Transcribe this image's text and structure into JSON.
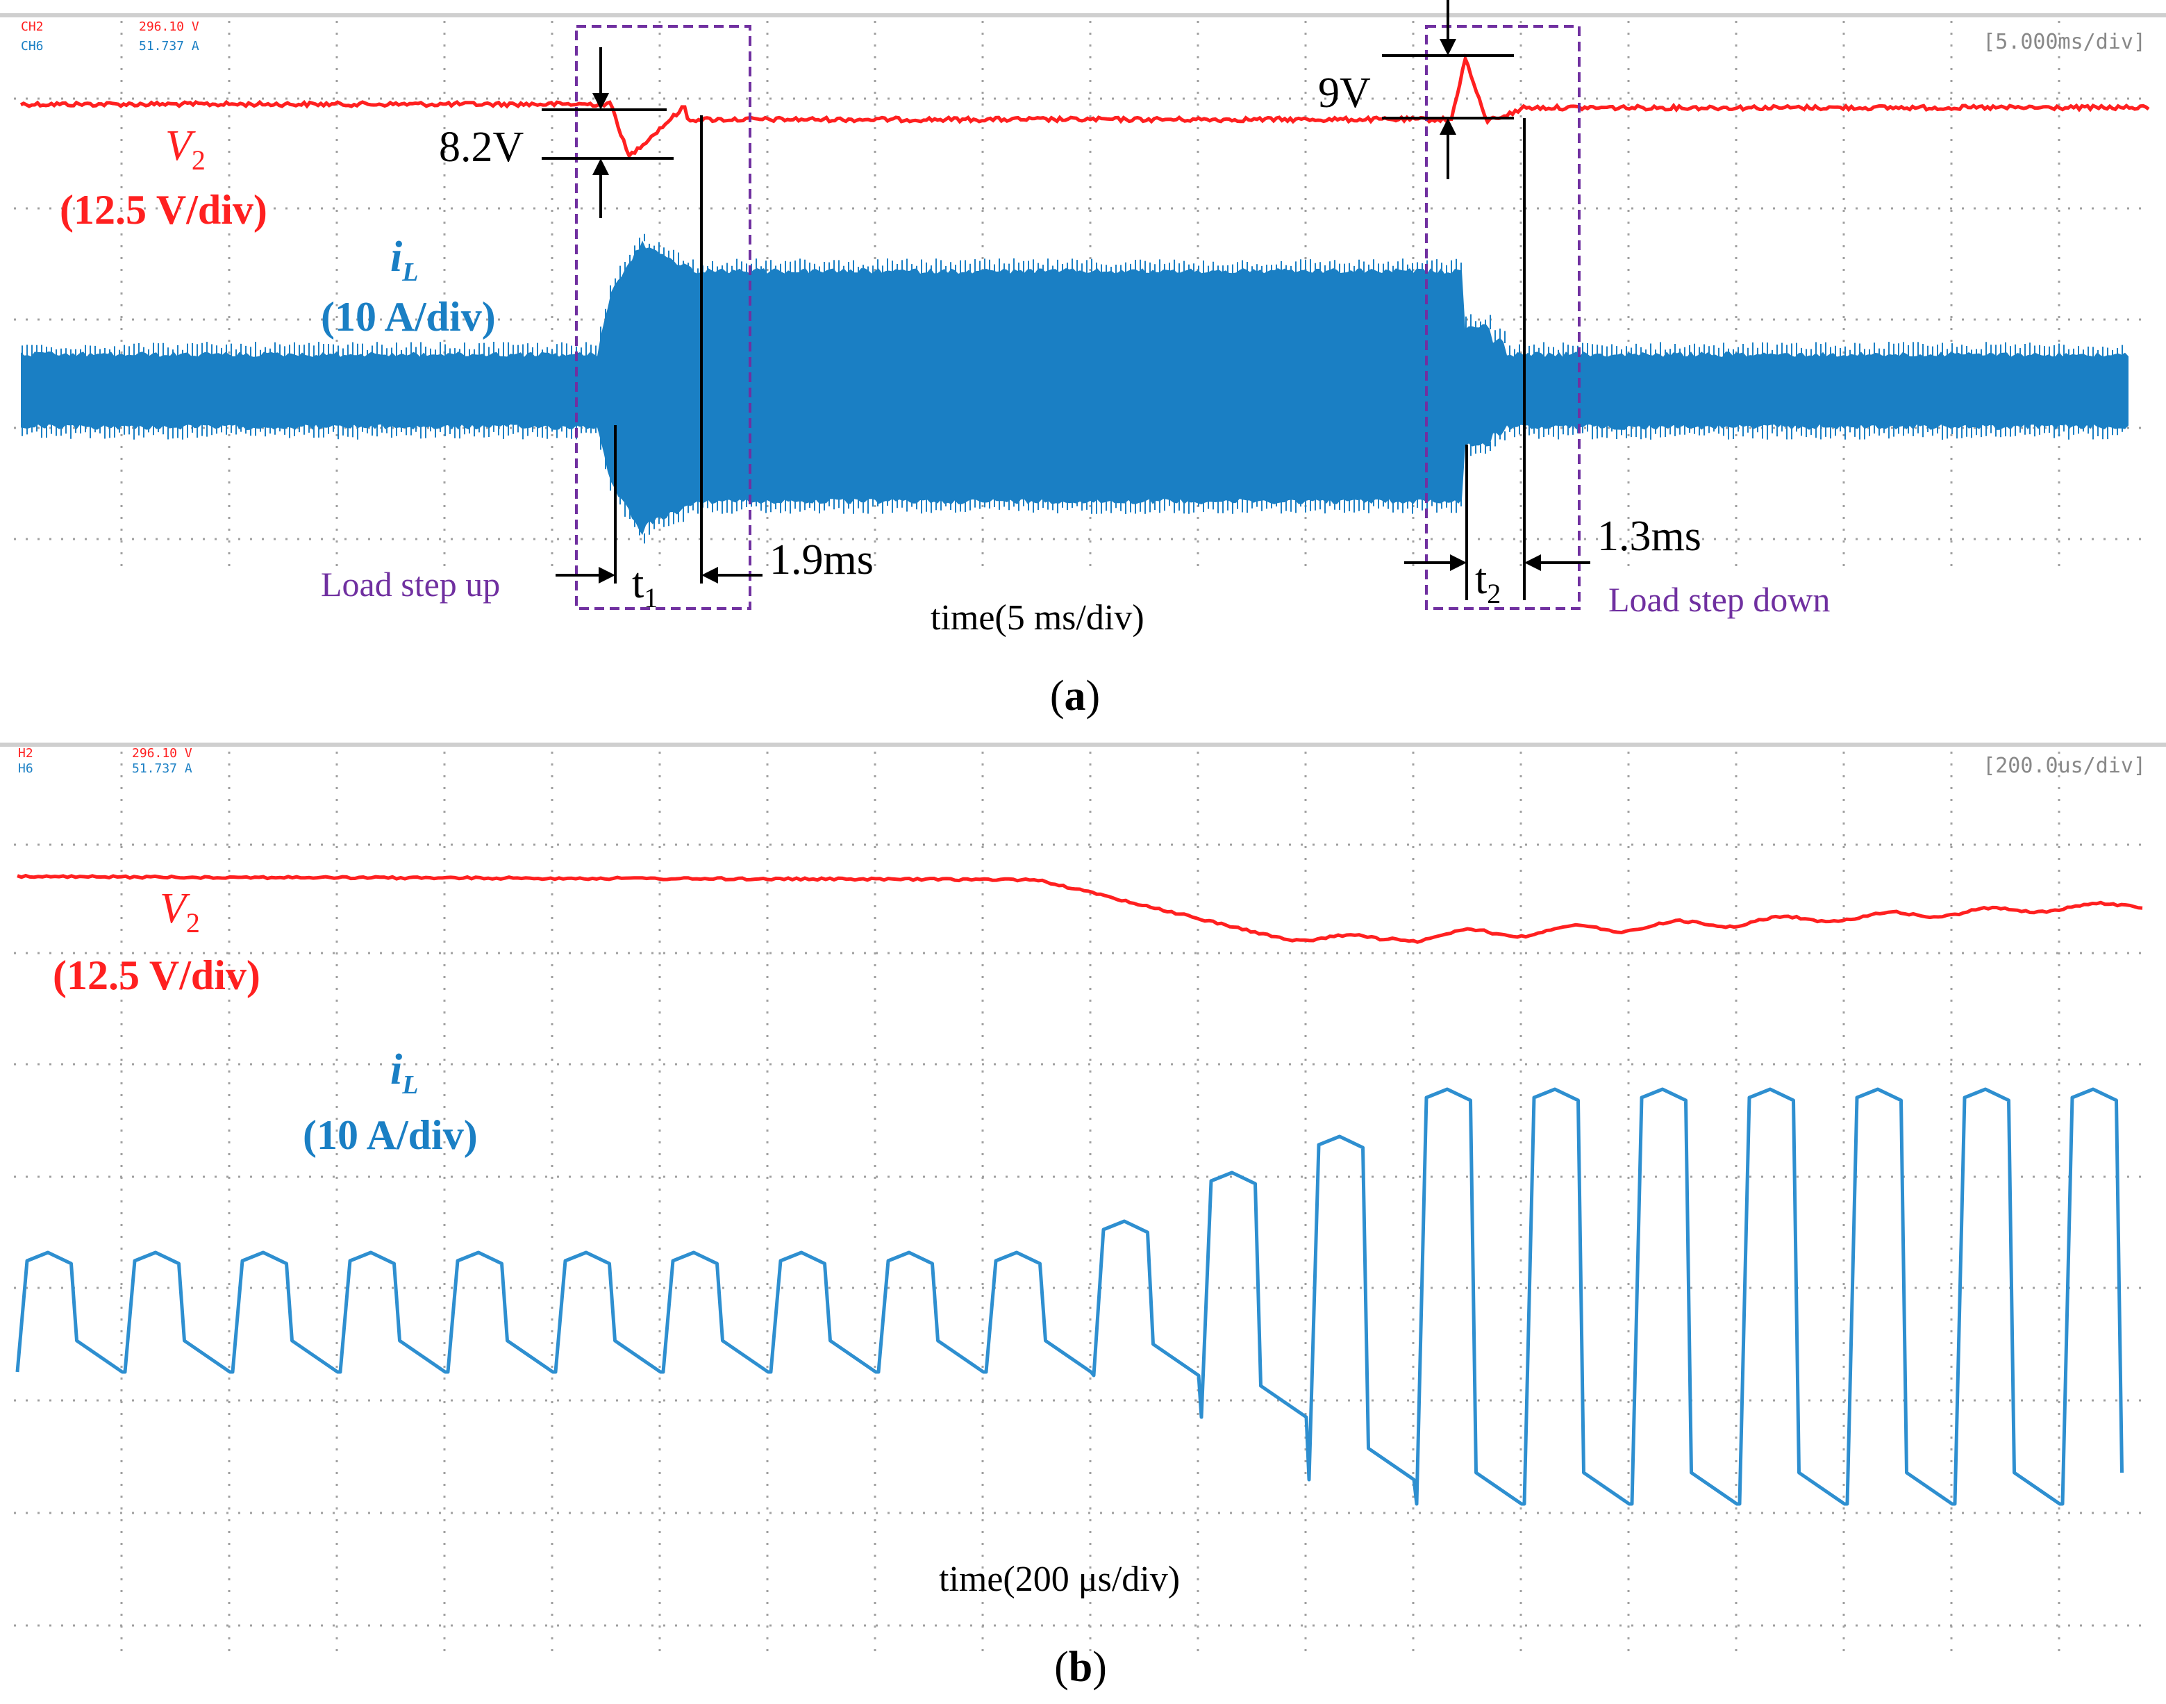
{
  "colors": {
    "voltage": "#ff2020",
    "current": "#1a7fc4",
    "current_b": "#2e8fd0",
    "annotation": "#7030a0",
    "grid": "#9a9a9a",
    "black": "#000000"
  },
  "panel_a": {
    "label_open": "(",
    "label_letter": "a",
    "label_close": ")",
    "scope_ch_v": "CH2",
    "scope_val_v": "296.10 V",
    "scope_ch_i": "CH6",
    "scope_val_i": "51.737 A",
    "timebase": "[5.000ms/div]",
    "v_label": "V",
    "v_sub": "2",
    "v_scale": "(12.5 V/div)",
    "i_label": "i",
    "i_sub": "L",
    "i_scale": "(10 A/div)",
    "dip_label": "8.2V",
    "overshoot_label": "9V",
    "t1_main": "t",
    "t1_sub": "1",
    "t2_main": "t",
    "t2_sub": "2",
    "t1_value": "1.9ms",
    "t2_value": "1.3ms",
    "load_up": "Load step up",
    "load_down": "Load step down",
    "time_axis": "time(5 ms/div)"
  },
  "panel_b": {
    "label_open": "(",
    "label_letter": "b",
    "label_close": ")",
    "scope_ch_v": "H2",
    "scope_val_v": "296.10 V",
    "scope_ch_i": "H6",
    "scope_val_i": "51.737 A",
    "timebase": "[200.0us/div]",
    "v_label": "V",
    "v_sub": "2",
    "v_scale": "(12.5 V/div)",
    "i_label": "i",
    "i_sub": "L",
    "i_scale": "(10 A/div)",
    "time_axis": "time(200 μs/div)"
  },
  "chart_data": [
    {
      "type": "line",
      "panel": "a",
      "timebase_ms_per_div": 5,
      "series": [
        {
          "name": "V2",
          "scale": "12.5 V/div",
          "events": [
            {
              "event": "Load step up",
              "deviation_V": -8.2,
              "recovery_ms": 1.9
            },
            {
              "event": "Load step down",
              "deviation_V": 9,
              "recovery_ms": 1.3
            }
          ]
        },
        {
          "name": "iL",
          "scale": "10 A/div"
        }
      ]
    },
    {
      "type": "line",
      "panel": "b",
      "timebase_us_per_div": 200,
      "series": [
        {
          "name": "V2",
          "scale": "12.5 V/div"
        },
        {
          "name": "iL",
          "scale": "10 A/div"
        }
      ]
    }
  ]
}
